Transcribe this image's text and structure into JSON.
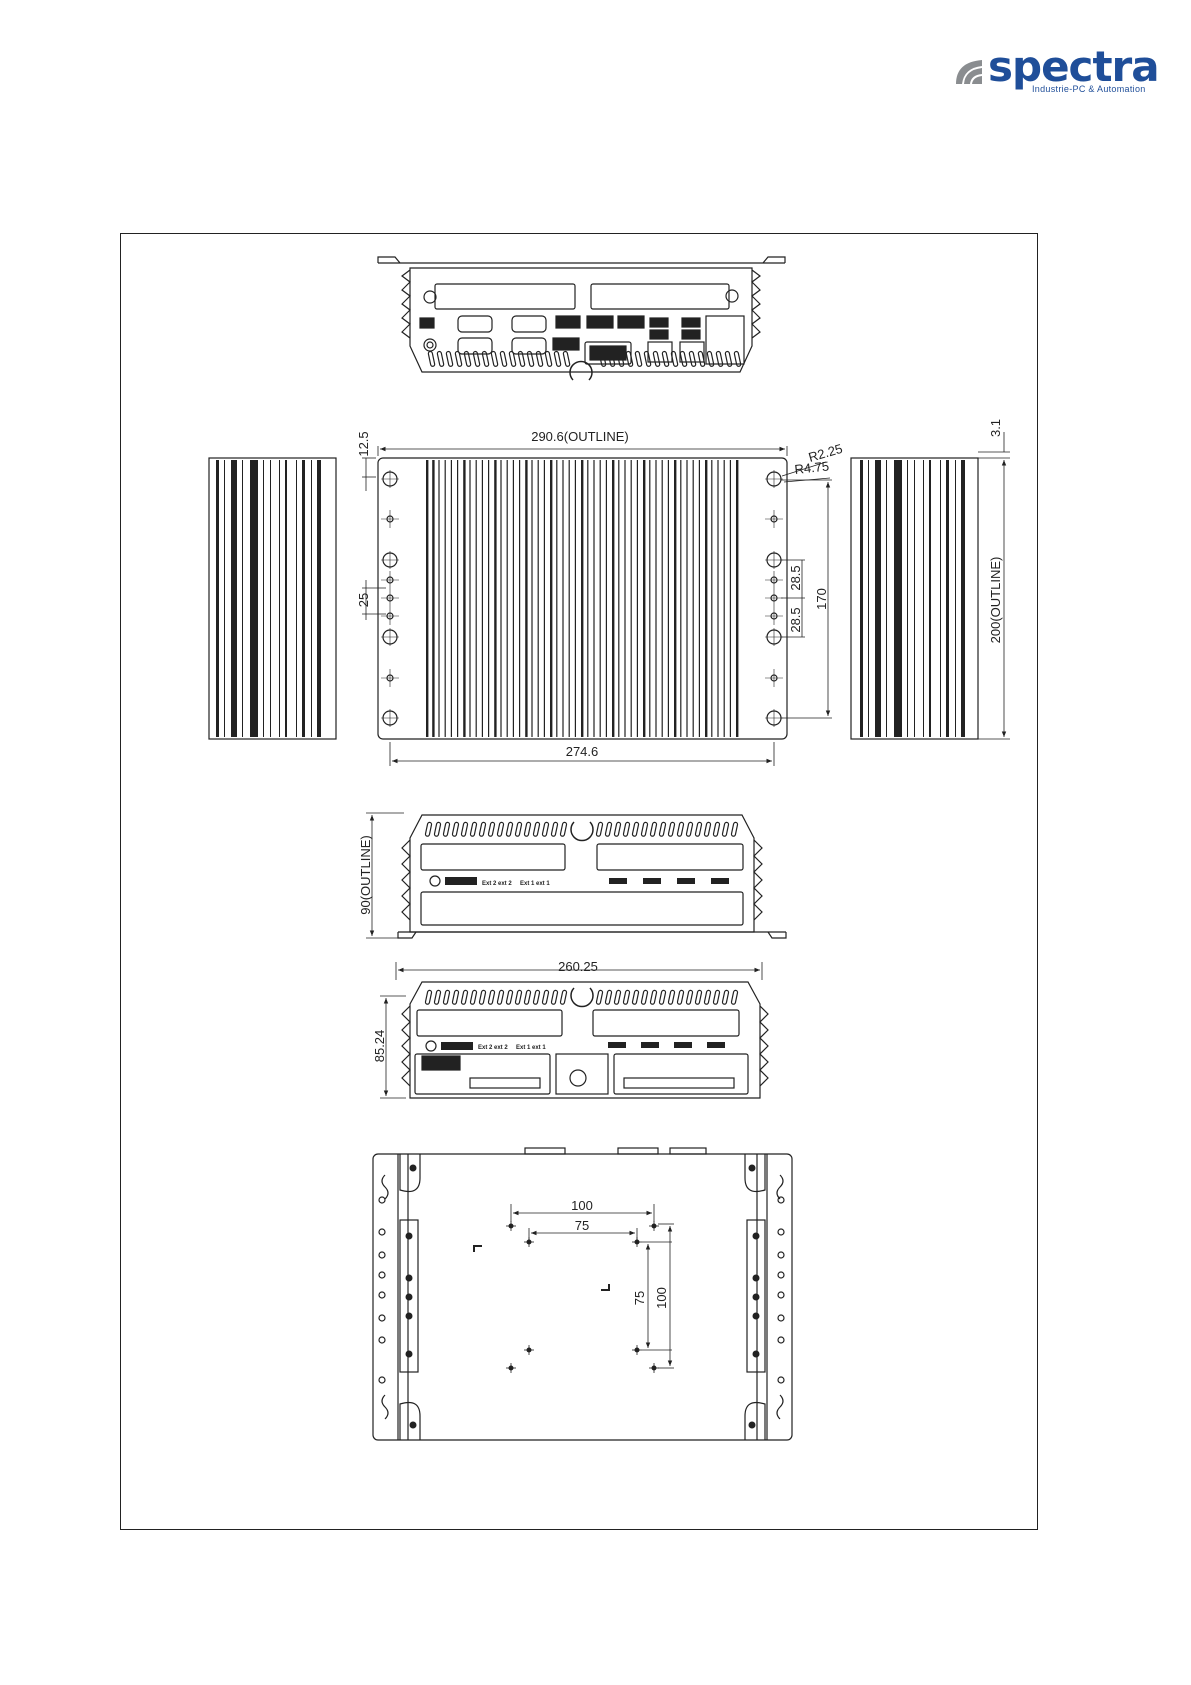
{
  "brand": {
    "name": "spectra",
    "tagline": "Industrie-PC & Automation",
    "color": "#1f4e99",
    "mark_color": "#8a8d90"
  },
  "panel_labels": {
    "tag_a": "Ext 2 ext 2",
    "tag_b": "Ext 1 ext 1"
  },
  "dimensions": {
    "top_width_outline": "290.6(OUTLINE)",
    "top_offset": "12.5",
    "radius_small": "R2.25",
    "radius_large": "R4.75",
    "thickness_right": "3.1",
    "depth_outline": "200(OUTLINE)",
    "pitch_left": "25",
    "pitch_right_upper": "28.5",
    "pitch_right_lower": "28.5",
    "hole_span": "170",
    "bottom_width": "274.6",
    "height_outline": "90(OUTLINE)",
    "front_width": "260.25",
    "front_height": "85.24",
    "vesa_outer_h": "100",
    "vesa_inner_h": "75",
    "vesa_inner_v": "75",
    "vesa_outer_v": "100"
  }
}
